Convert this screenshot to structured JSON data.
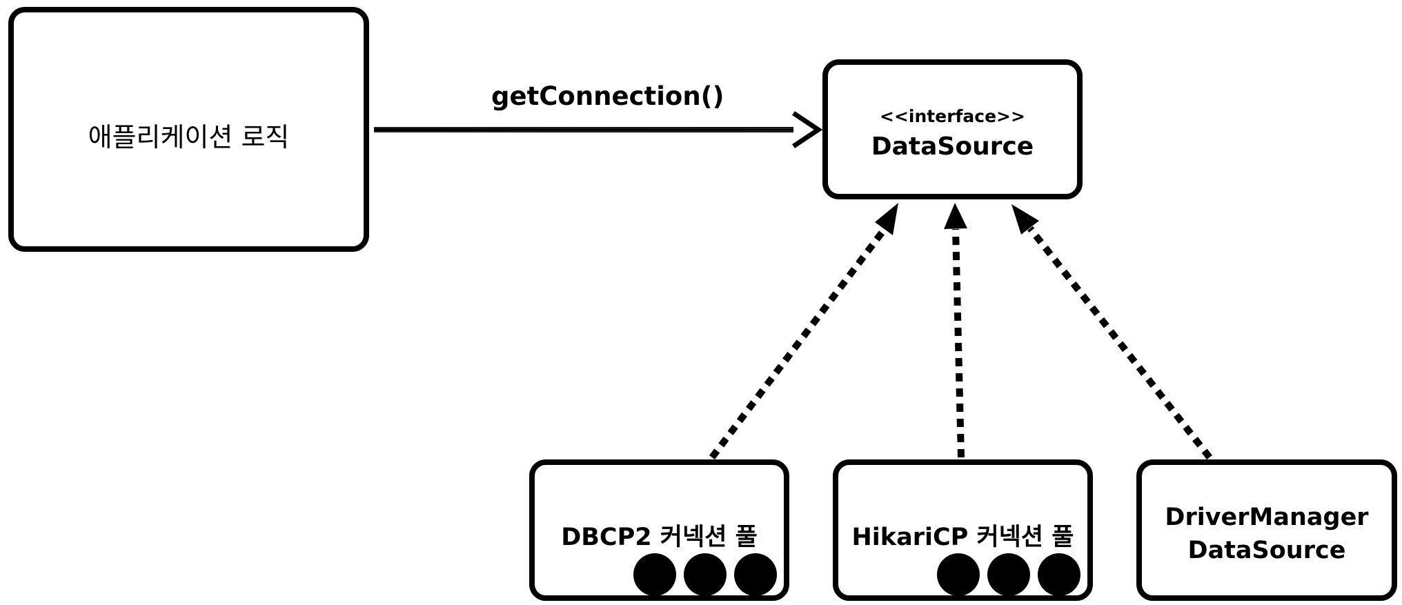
{
  "application": {
    "label": "애플리케이션 로직"
  },
  "call": {
    "method": "getConnection()"
  },
  "datasource": {
    "stereotype": "<<interface>>",
    "name": "DataSource"
  },
  "implementations": [
    {
      "label": "DBCP2 커넥션 풀",
      "pool_connections": 3
    },
    {
      "label": "HikariCP 커넥션 풀",
      "pool_connections": 3
    },
    {
      "label_line1": "DriverManager",
      "label_line2": "DataSource"
    }
  ]
}
